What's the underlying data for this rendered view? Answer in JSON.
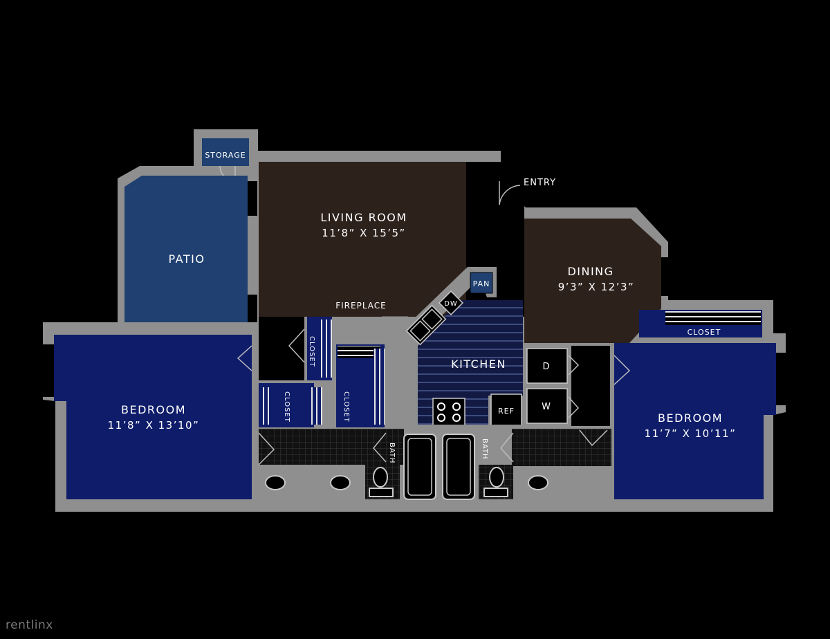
{
  "rooms": {
    "storage": {
      "label": "STORAGE"
    },
    "patio": {
      "label": "PATIO"
    },
    "living_room": {
      "label": "LIVING ROOM",
      "dims": "11’8” X 15’5”"
    },
    "entry": {
      "label": "ENTRY"
    },
    "dining": {
      "label": "DINING",
      "dims": "9’3” X 12’3”"
    },
    "pantry": {
      "label": "PAN"
    },
    "fireplace": {
      "label": "FIREPLACE"
    },
    "kitchen": {
      "label": "KITCHEN"
    },
    "dishwasher": {
      "label": "DW"
    },
    "refrigerator": {
      "label": "REF"
    },
    "dryer": {
      "label": "D"
    },
    "washer": {
      "label": "W"
    },
    "bedroom_left": {
      "label": "BEDROOM",
      "dims": "11’8” X 13’10”"
    },
    "bedroom_right": {
      "label": "BEDROOM",
      "dims": "11’7” X 10’11”"
    },
    "closet_left_vertical": {
      "label": "CLOSET"
    },
    "closet_a": {
      "label": "CLOSET"
    },
    "closet_b": {
      "label": "CLOSET"
    },
    "closet_right": {
      "label": "CLOSET"
    },
    "bath_left": {
      "label": "BATH"
    },
    "bath_right": {
      "label": "BATH"
    }
  },
  "colors": {
    "living_brown": "#2d211c",
    "patio_blue": "#1f4070",
    "bedroom_blue": "#0e1c6a",
    "kitchen_blue": "#121a44",
    "wall_gray": "#8f8f8f"
  },
  "watermark": "rentlinx"
}
